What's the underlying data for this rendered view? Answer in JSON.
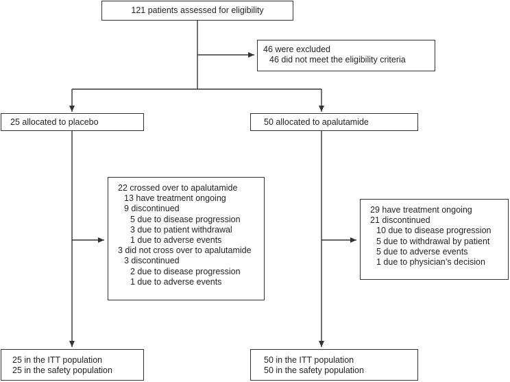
{
  "screening": "121 patients assessed for eligibility",
  "excluded": {
    "lines": [
      "46 were excluded",
      "46 did not meet the eligibility criteria"
    ],
    "indent": [
      0,
      1
    ]
  },
  "placebo": {
    "allocation": "25 allocated to placebo",
    "followup": {
      "lines": [
        "22 crossed over to apalutamide",
        "13 have treatment ongoing",
        "9 discontinued",
        "5 due to disease progression",
        "3 due to patient withdrawal",
        "1 due to adverse events",
        "3 did not cross over to apalutamide",
        "3 discontinued",
        "2 due to disease progression",
        "1 due to adverse events"
      ],
      "indent": [
        0,
        1,
        1,
        2,
        2,
        2,
        0,
        1,
        2,
        2
      ]
    },
    "analysis": [
      "25 in the ITT population",
      "25 in the safety population"
    ]
  },
  "apalutamide": {
    "allocation": "50 allocated to apalutamide",
    "followup": {
      "lines": [
        "29 have treatment ongoing",
        "21 discontinued",
        "10 due to disease progression",
        "5 due to withdrawal by patient",
        "5 due to adverse events",
        "1 due to physician’s decision"
      ],
      "indent": [
        0,
        0,
        1,
        1,
        1,
        1
      ]
    },
    "analysis": [
      "50 in the ITT population",
      "50 in the safety population"
    ]
  }
}
